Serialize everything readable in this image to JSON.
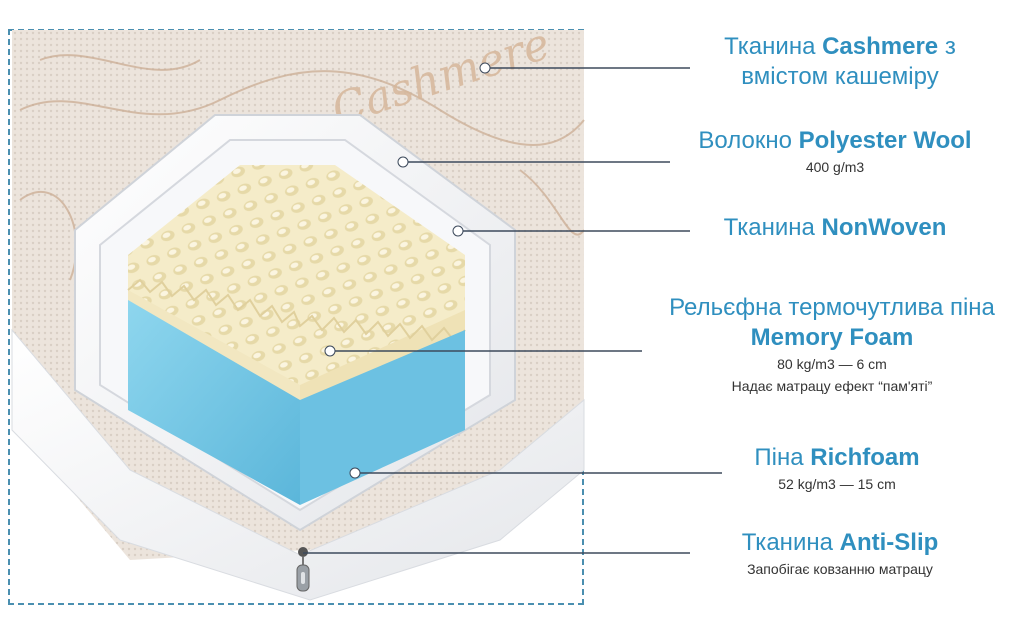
{
  "colors": {
    "accent": "#2f8fbf",
    "frame": "#4a8fb0",
    "leader": "#3d4a5c",
    "blue_foam": "#7ccbe6",
    "memory_foam": "#f3e9c4",
    "fabric": "#ece3da"
  },
  "layers": [
    {
      "prefix": "Тканина ",
      "name": "Cashmere",
      "suffix": " з",
      "line2": "вмістом кашеміру",
      "notes": []
    },
    {
      "prefix": "Волокно ",
      "name": "Polyester Wool",
      "suffix": "",
      "line2": "",
      "notes": [
        "400 g/m3"
      ]
    },
    {
      "prefix": "Тканина ",
      "name": "NonWoven",
      "suffix": "",
      "line2": "",
      "notes": []
    },
    {
      "prefix": "Рельєфна термочутлива піна",
      "name": "Memory Foam",
      "suffix": "",
      "line2": "",
      "notes": [
        "80 kg/m3 — 6 cm",
        "Надає матрацу ефект “пам'яті”"
      ]
    },
    {
      "prefix": "Піна ",
      "name": "Richfoam",
      "suffix": "",
      "line2": "",
      "notes": [
        "52 kg/m3 — 15 cm"
      ]
    },
    {
      "prefix": "Тканина ",
      "name": "Anti-Slip",
      "suffix": "",
      "line2": "",
      "notes": [
        "Запобігає ковзанню матрацу"
      ]
    }
  ],
  "cover_embroidery": "Cashmere",
  "icons": {
    "zipper": "zipper-pull-icon"
  }
}
